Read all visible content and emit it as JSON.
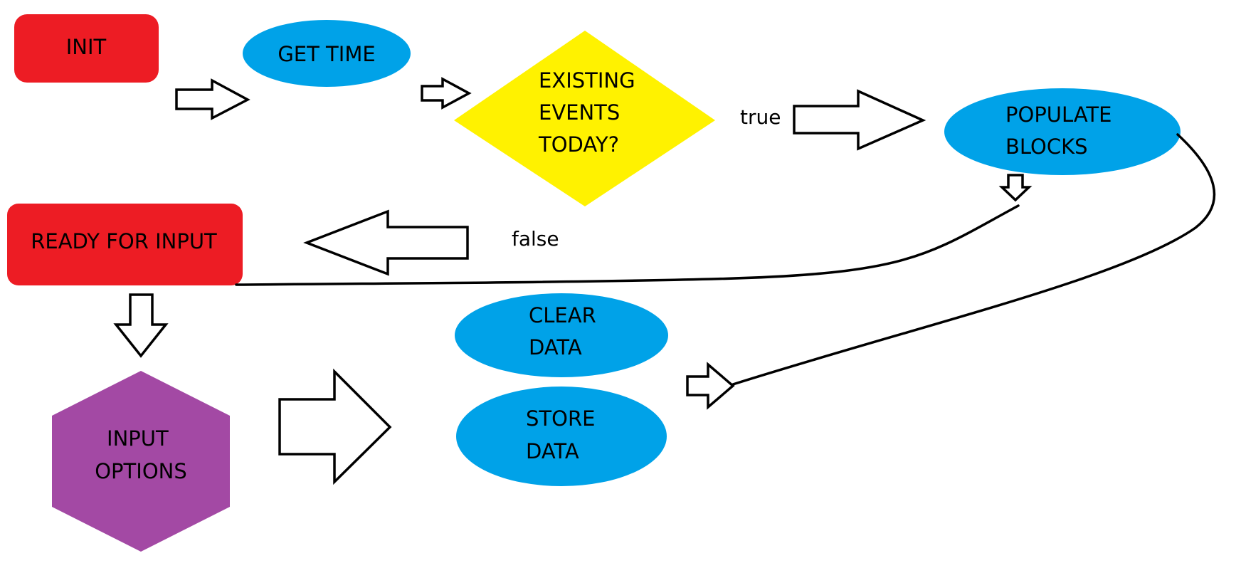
{
  "nodes": {
    "init": {
      "label": "INIT",
      "shape": "rounded-rect",
      "color": "#ed1c24"
    },
    "get_time": {
      "label": "GET TIME",
      "shape": "ellipse",
      "color": "#00a2e8"
    },
    "existing_events": {
      "lines": [
        "EXISTING",
        "EVENTS",
        "TODAY?"
      ],
      "shape": "diamond",
      "color": "#fff200"
    },
    "populate_blocks": {
      "lines": [
        "POPULATE",
        "BLOCKS"
      ],
      "shape": "ellipse",
      "color": "#00a2e8"
    },
    "ready_for_input": {
      "label": "READY FOR INPUT",
      "shape": "rounded-rect",
      "color": "#ed1c24"
    },
    "clear_data": {
      "lines": [
        "CLEAR",
        "DATA"
      ],
      "shape": "ellipse",
      "color": "#00a2e8"
    },
    "store_data": {
      "lines": [
        "STORE",
        "DATA"
      ],
      "shape": "ellipse",
      "color": "#00a2e8"
    },
    "input_options": {
      "lines": [
        "INPUT",
        "OPTIONS"
      ],
      "shape": "hexagon",
      "color": "#a349a4"
    }
  },
  "edges": {
    "true_label": "true",
    "false_label": "false"
  },
  "colors": {
    "stroke": "#000000",
    "arrow_fill": "#ffffff",
    "background": "#ffffff"
  }
}
